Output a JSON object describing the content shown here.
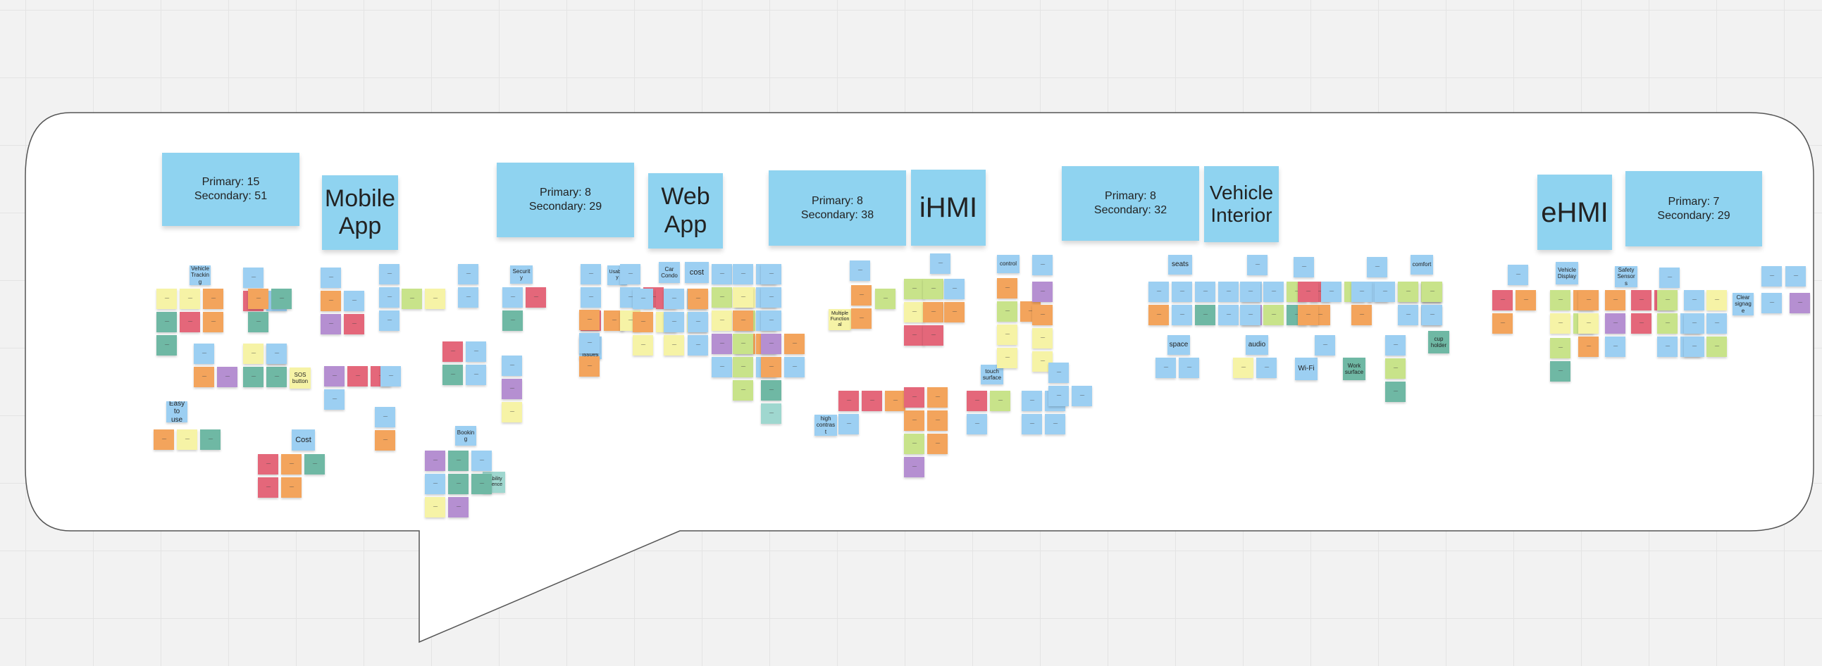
{
  "canvas": {
    "background": "#f2f2f2",
    "gridline_color": "#e4e4e4",
    "bubble_fill": "#ffffff",
    "bubble_stroke": "#555555"
  },
  "colors": {
    "header_note": "#8fd3f0",
    "blue": "#9ccff2",
    "orange": "#f3a45c",
    "yellow": "#f6f3a6",
    "green": "#6fb8a4",
    "pink": "#e4677a",
    "purple": "#b58fd1",
    "lime": "#c8e38a",
    "light_teal": "#9fd7cf"
  },
  "groups": [
    {
      "name": "Mobile App",
      "stats": "Primary: 15\nSecondary: 51",
      "labels": [
        "Vehicle\nTracking",
        "Easy\nto use",
        "SOS\nbutton",
        "Cost"
      ]
    },
    {
      "name": "Web\nApp",
      "stats": "Primary: 8\nSecondary: 29",
      "labels": [
        "Security",
        "Booking",
        "Liability\nLicence",
        "Usability",
        "Car\nCondo",
        "cost",
        "Visual\nCar\nIssues"
      ]
    },
    {
      "name": "iHMI",
      "stats": "Primary: 8\nSecondary: 38",
      "labels": [
        "control",
        "touch\nsurface",
        "Multiple\nFunctional",
        "high\ncontrast"
      ]
    },
    {
      "name": "Vehicle\nInterior",
      "stats": "Primary: 8\nSecondary: 32",
      "labels": [
        "seats",
        "space",
        "audio",
        "Wi-Fi",
        "Work\nsurface",
        "comfort",
        "cup\nholder"
      ]
    },
    {
      "name": "eHMI",
      "stats": "Primary: 7\nSecondary: 29",
      "labels": [
        "Vehicle\nDisplay",
        "Safety\nSensors",
        "Clear\nsignage"
      ]
    }
  ]
}
